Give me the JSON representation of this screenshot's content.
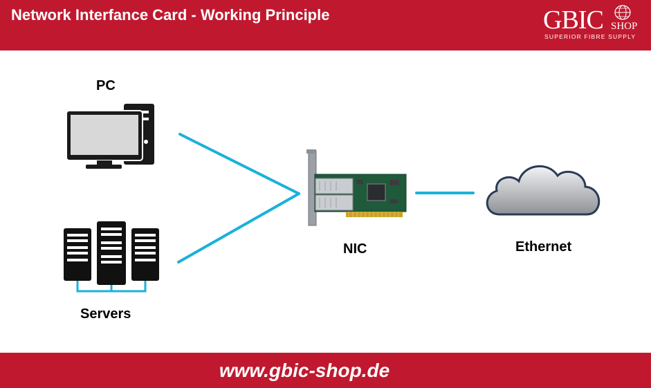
{
  "header": {
    "title": "Network Interfance Card - Working Principle",
    "background": "#c0192f"
  },
  "logo": {
    "main": "GBIC",
    "shop": "SHOP",
    "tagline": "SUPERIOR FIBRE SUPPLY"
  },
  "diagram": {
    "nodes": {
      "pc": {
        "label": "PC",
        "icon": "desktop-computer-icon"
      },
      "servers": {
        "label": "Servers",
        "icon": "server-rack-icon"
      },
      "nic": {
        "label": "NIC",
        "icon": "network-card-icon"
      },
      "ethernet": {
        "label": "Ethernet",
        "icon": "cloud-icon"
      }
    },
    "connector_color": "#1ab1d9"
  },
  "footer": {
    "url": "www.gbic-shop.de"
  }
}
